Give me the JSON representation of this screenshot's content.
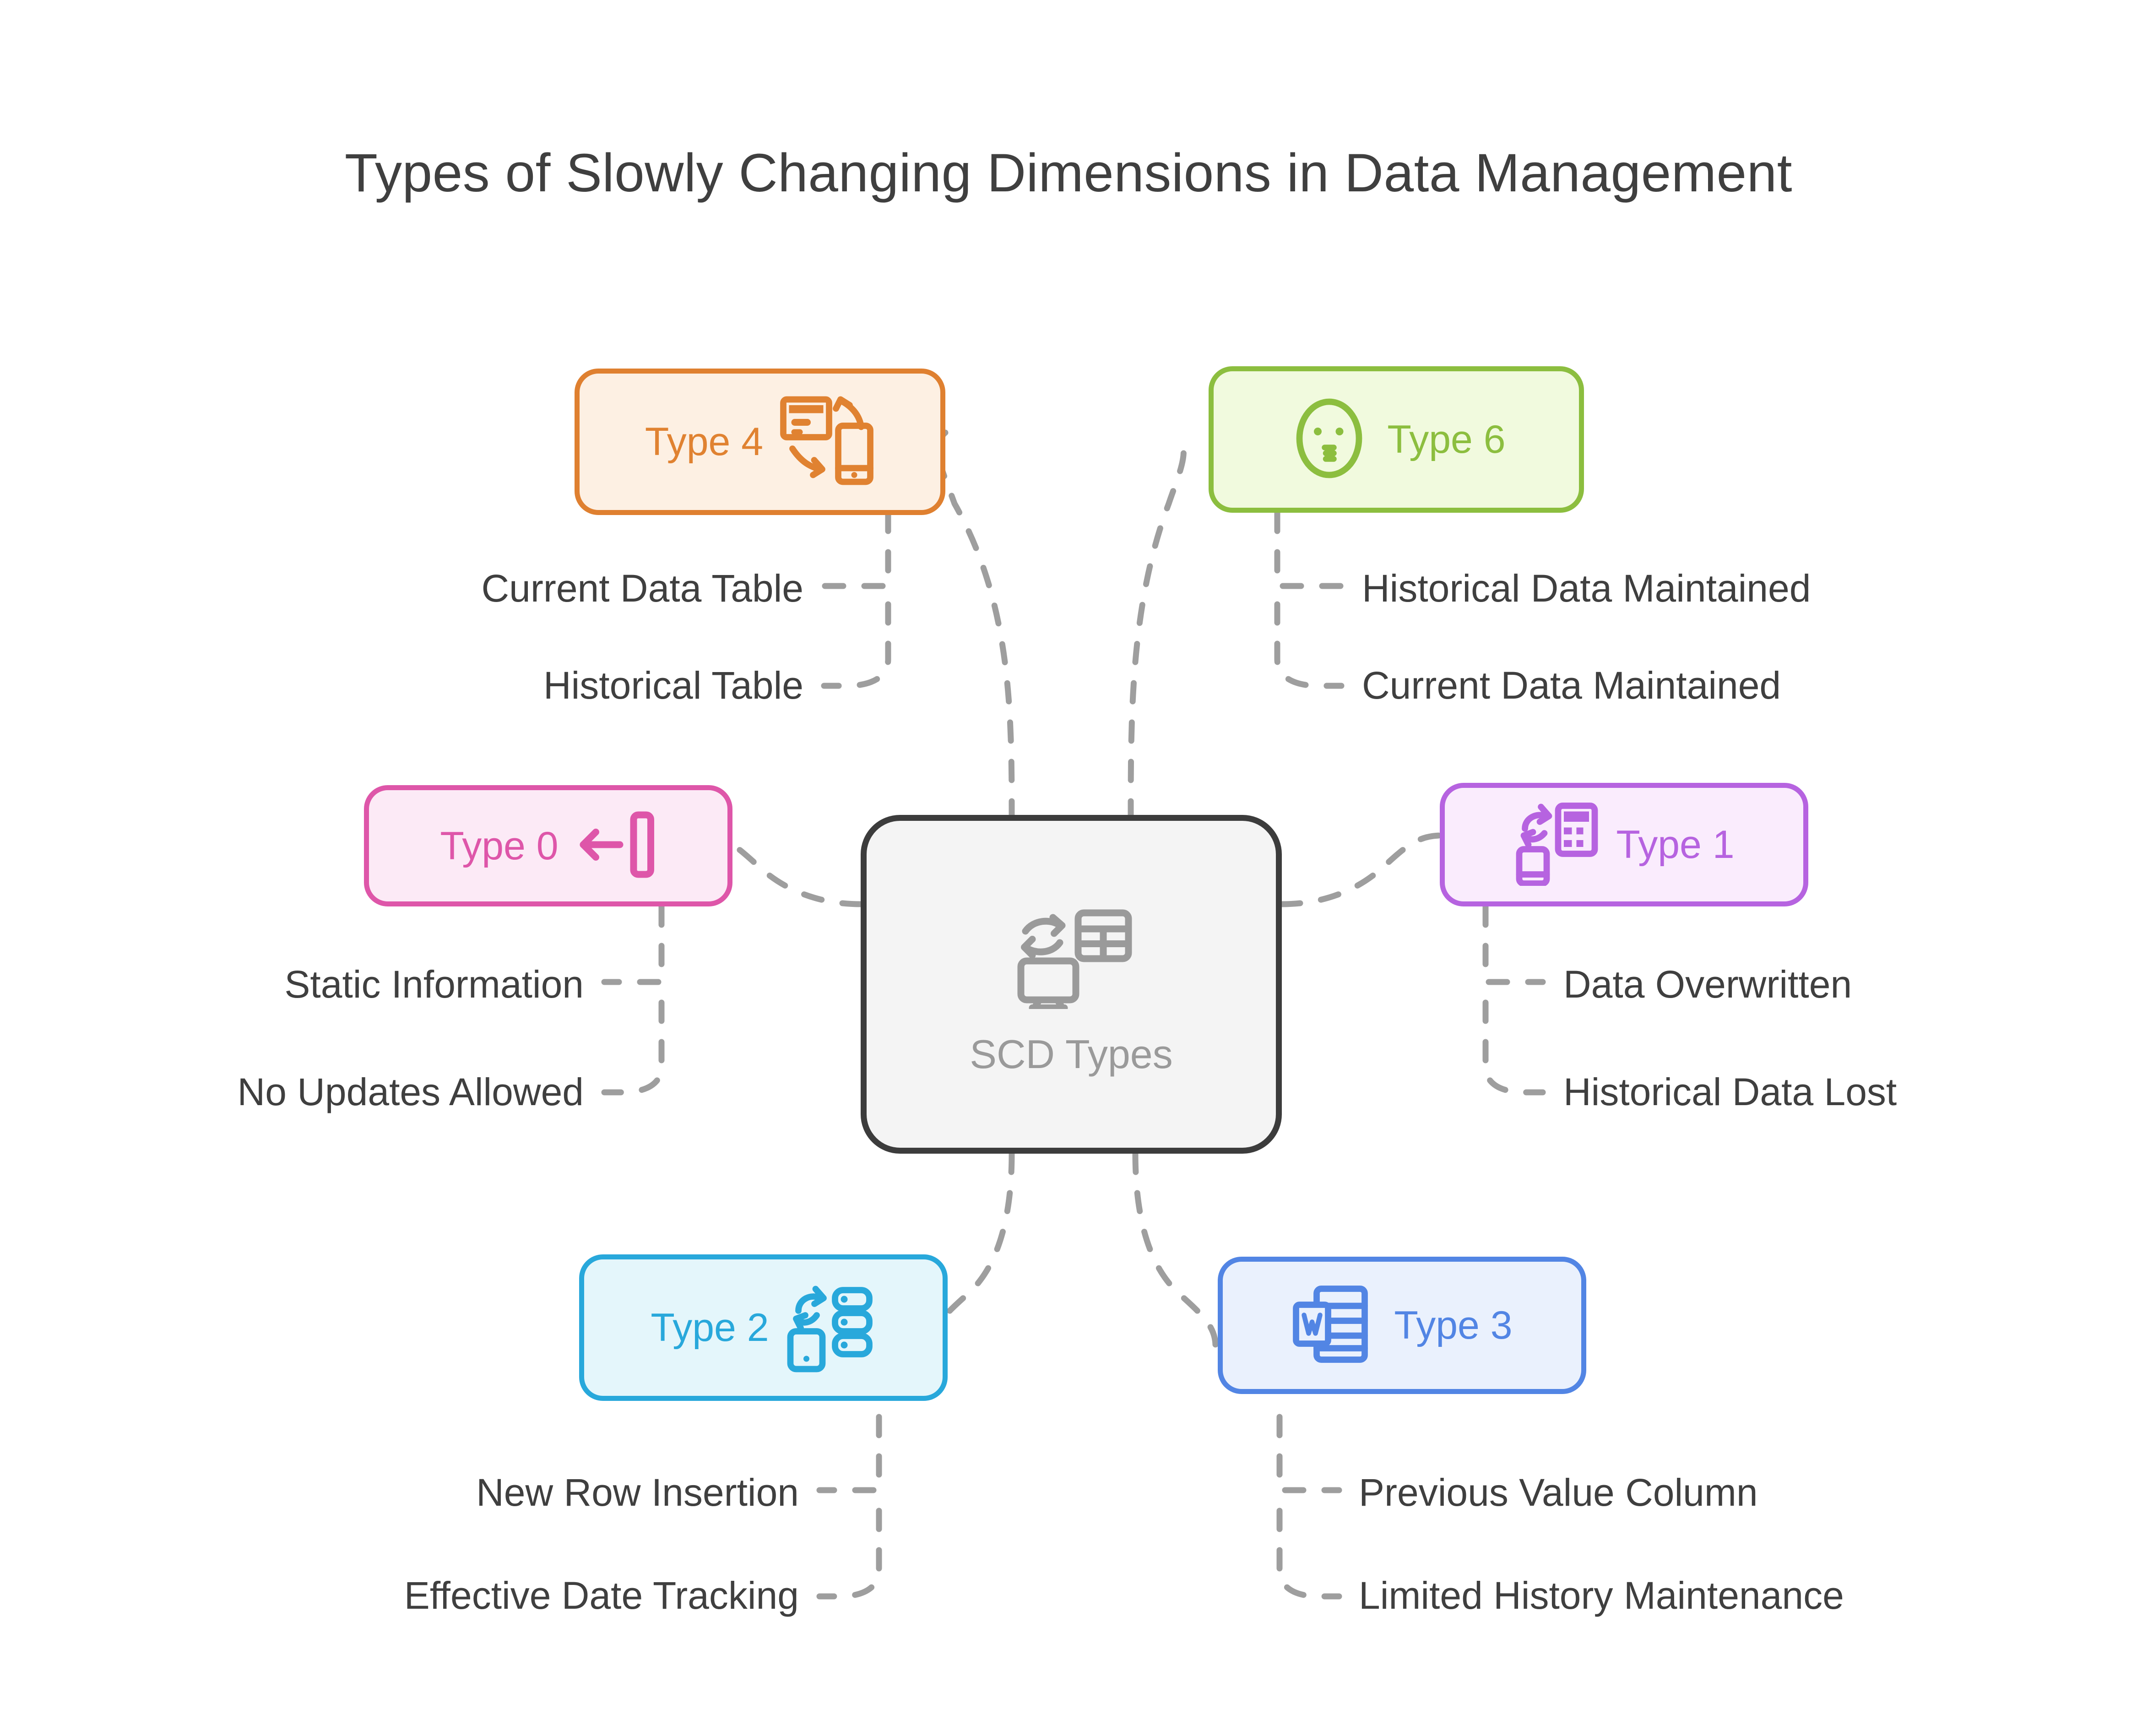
{
  "title": "Types of Slowly Changing Dimensions in Data Management",
  "center": {
    "label": "SCD Types",
    "icon": "sync-table-monitor-icon",
    "border_color": "#3c3c3c",
    "fill_color": "#f4f4f4",
    "text_color": "#9a9a9a"
  },
  "branches": [
    {
      "id": "type4",
      "label": "Type 4",
      "icon": "card-sync-phone-icon",
      "border_color": "#df8030",
      "fill_color": "#fdf0e3",
      "text_color": "#e08231",
      "leaves": [
        "Current Data Table",
        "Historical Table"
      ]
    },
    {
      "id": "type6",
      "label": "Type 6",
      "icon": "kissing-face-icon",
      "border_color": "#8cbe3f",
      "fill_color": "#f1fade",
      "text_color": "#8cbe3f",
      "leaves": [
        "Historical Data Maintained",
        "Current Data Maintained"
      ]
    },
    {
      "id": "type0",
      "label": "Type 0",
      "icon": "arrow-left-bar-icon",
      "border_color": "#de56a9",
      "fill_color": "#fceaf6",
      "text_color": "#de56a9",
      "leaves": [
        "Static Information",
        "No Updates Allowed"
      ]
    },
    {
      "id": "type1",
      "label": "Type 1",
      "icon": "phone-sync-calculator-icon",
      "border_color": "#b663e0",
      "fill_color": "#faecfd",
      "text_color": "#b663e0",
      "leaves": [
        "Data Overwritten",
        "Historical Data Lost"
      ]
    },
    {
      "id": "type2",
      "label": "Type 2",
      "icon": "phone-sync-database-icon",
      "border_color": "#28a8db",
      "fill_color": "#e4f6fb",
      "text_color": "#28a8db",
      "leaves": [
        "New Row Insertion",
        "Effective Date Tracking"
      ]
    },
    {
      "id": "type3",
      "label": "Type 3",
      "icon": "word-document-table-icon",
      "border_color": "#5285e4",
      "fill_color": "#eaf1fd",
      "text_color": "#5285e4",
      "leaves": [
        "Previous Value Column",
        "Limited History Maintenance"
      ]
    }
  ],
  "connector_color": "#9e9e9e"
}
